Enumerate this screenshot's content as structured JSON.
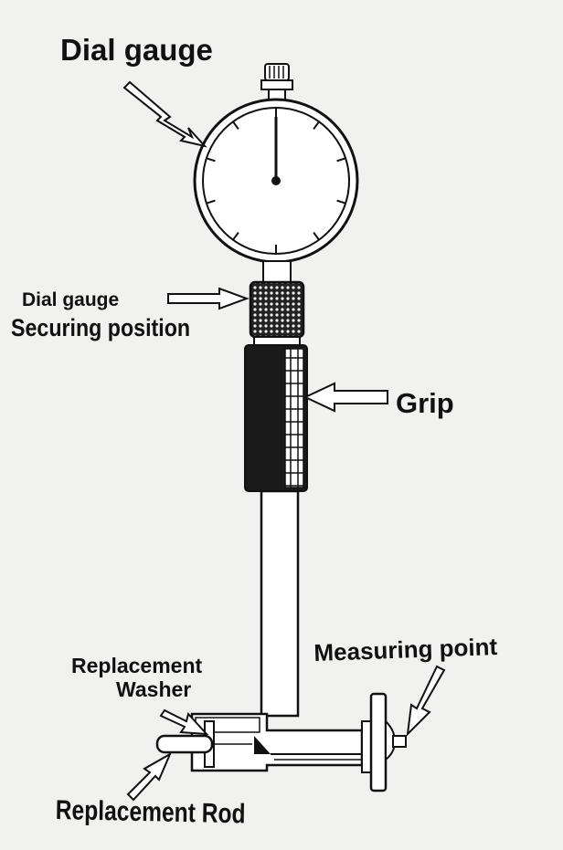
{
  "labels": {
    "dial_gauge": "Dial gauge",
    "securing_line1": "Dial gauge",
    "securing_line2": "Securing position",
    "grip": "Grip",
    "measuring_point": "Measuring point",
    "washer_line1": "Replacement",
    "washer_line2": "Washer",
    "replacement_rod": "Replacement Rod"
  },
  "colors": {
    "ink": "#111111",
    "paper": "#f1f1f0"
  }
}
